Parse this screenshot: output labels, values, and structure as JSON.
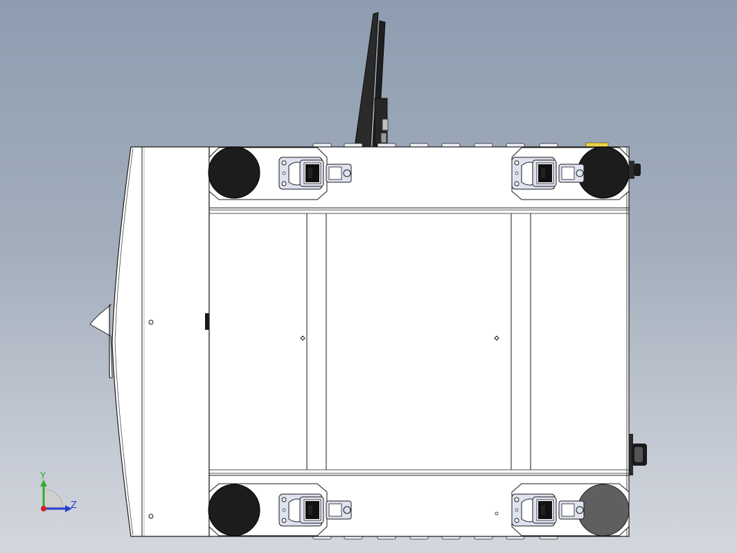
{
  "viewport": {
    "background_top": "#8d9db0",
    "background_bottom": "#d3d7de"
  },
  "model": {
    "view": "top view",
    "body_color": "#ffffff",
    "line_color": "#1a1a1a",
    "wheel_color": "#1c1c1c",
    "wheel_selected_color": "#5f5f5f",
    "latch_color": "#dfe3f0",
    "tag_color": "#e8d44a"
  },
  "triad": {
    "y_label": "Y",
    "z_label": "Z",
    "y_color": "#2fae2f",
    "z_color": "#2a3fd0",
    "x_color": "#d22020"
  }
}
